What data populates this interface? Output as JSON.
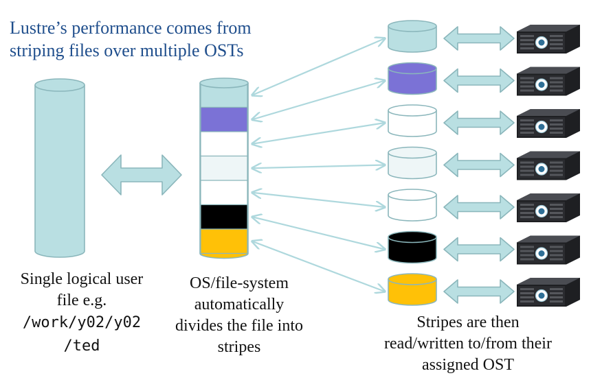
{
  "title": {
    "lines": [
      "Lustre’s performance comes from",
      "striping files over multiple OSTs"
    ]
  },
  "captions": {
    "left": [
      "Single logical user",
      "file e.g."
    ],
    "left_path": [
      "/work/y02/y02",
      "/ted"
    ],
    "middle": [
      "OS/file-system",
      "automatically",
      "divides the file into",
      "stripes"
    ],
    "right": [
      "Stripes are then",
      "read/written to/from their",
      "assigned OST"
    ]
  },
  "colors": {
    "title_text": "#1f4e8c",
    "cylinder_fill": "#b9dfe2",
    "outline": "#8ab6bb",
    "arrow": "#aed8dd",
    "stripe_purple": "#7b72d6",
    "stripe_white": "#ffffff",
    "stripe_pale": "#eef6f7",
    "stripe_black": "#000000",
    "stripe_gold": "#ffc107",
    "server_body": "#1e1f22"
  },
  "stripes": [
    {
      "name": "stripe-1-teal",
      "color": "#b9dfe2"
    },
    {
      "name": "stripe-2-purple",
      "color": "#7b72d6"
    },
    {
      "name": "stripe-3-white",
      "color": "#ffffff"
    },
    {
      "name": "stripe-4-pale",
      "color": "#eef6f7"
    },
    {
      "name": "stripe-5-white",
      "color": "#ffffff"
    },
    {
      "name": "stripe-6-black",
      "color": "#000000"
    },
    {
      "name": "stripe-7-gold",
      "color": "#ffc107"
    }
  ],
  "ost_count": 7,
  "icons": {
    "user_file": "cylinder-icon",
    "double_arrow": "double-arrow-icon",
    "ost": "server-icon"
  }
}
